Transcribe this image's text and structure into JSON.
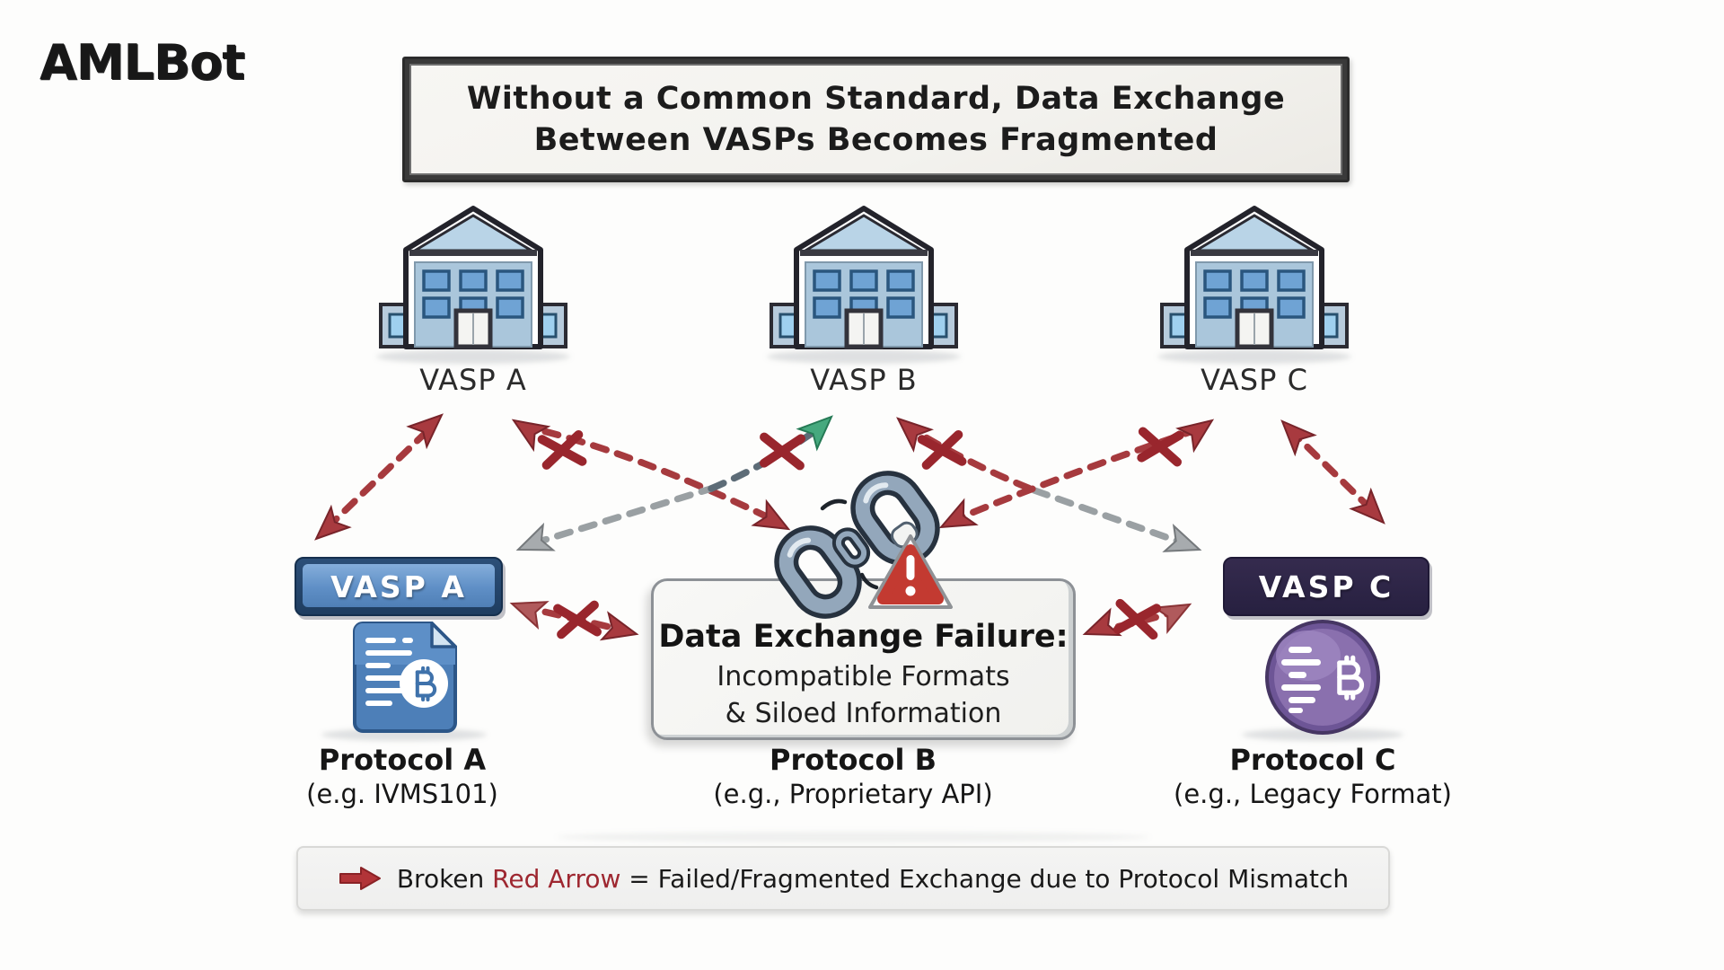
{
  "brand": {
    "logo_text": "AMLBot"
  },
  "header": {
    "title_line1": "Without a Common Standard, Data Exchange",
    "title_line2": "Between VASPs Becomes Fragmented"
  },
  "vasps": [
    {
      "building_label": "VASP A",
      "chip_label": "VASP A",
      "protocol_name": "Protocol A",
      "protocol_example": "(e.g. IVMS101)"
    },
    {
      "building_label": "VASP B",
      "protocol_name": "Protocol B",
      "protocol_example": "(e.g., Proprietary API)"
    },
    {
      "building_label": "VASP C",
      "chip_label": "VASP C",
      "protocol_name": "Protocol C",
      "protocol_example": "(e.g., Legacy Format)"
    }
  ],
  "failure_box": {
    "title": "Data Exchange Failure:",
    "line1": "Incompatible Formats",
    "line2": "& Siloed Information"
  },
  "legend": {
    "prefix": "Broken ",
    "highlight": "Red Arrow",
    "suffix": " = Failed/Fragmented Exchange due to Protocol Mismatch"
  },
  "colors": {
    "broken_arrow_red": "#a63a3e",
    "success_arrow_green": "#46a97e",
    "neutral_arrow_gray": "#9aa0a3",
    "x_mark_red": "#99262d",
    "vasp_a_blue": "#5f8fc6",
    "vasp_c_purple": "#8269a8",
    "warning_red": "#c33a31",
    "legend_highlight_red": "#9e2730"
  }
}
